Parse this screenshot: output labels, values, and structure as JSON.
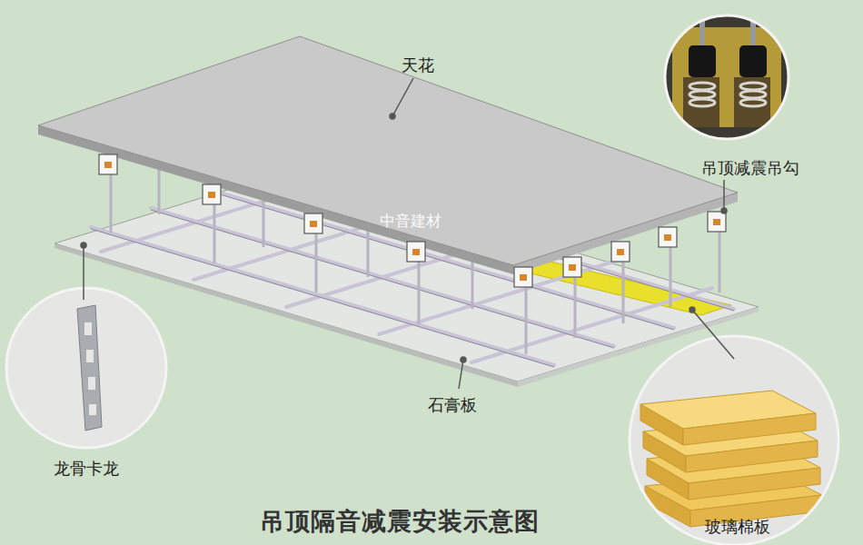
{
  "diagram": {
    "title": "吊顶隔音减震安装示意图",
    "labels": [
      "天花",
      "吊顶减震吊勾",
      "龙骨卡龙",
      "石膏板",
      "玻璃棉板",
      "中音建材"
    ]
  }
}
